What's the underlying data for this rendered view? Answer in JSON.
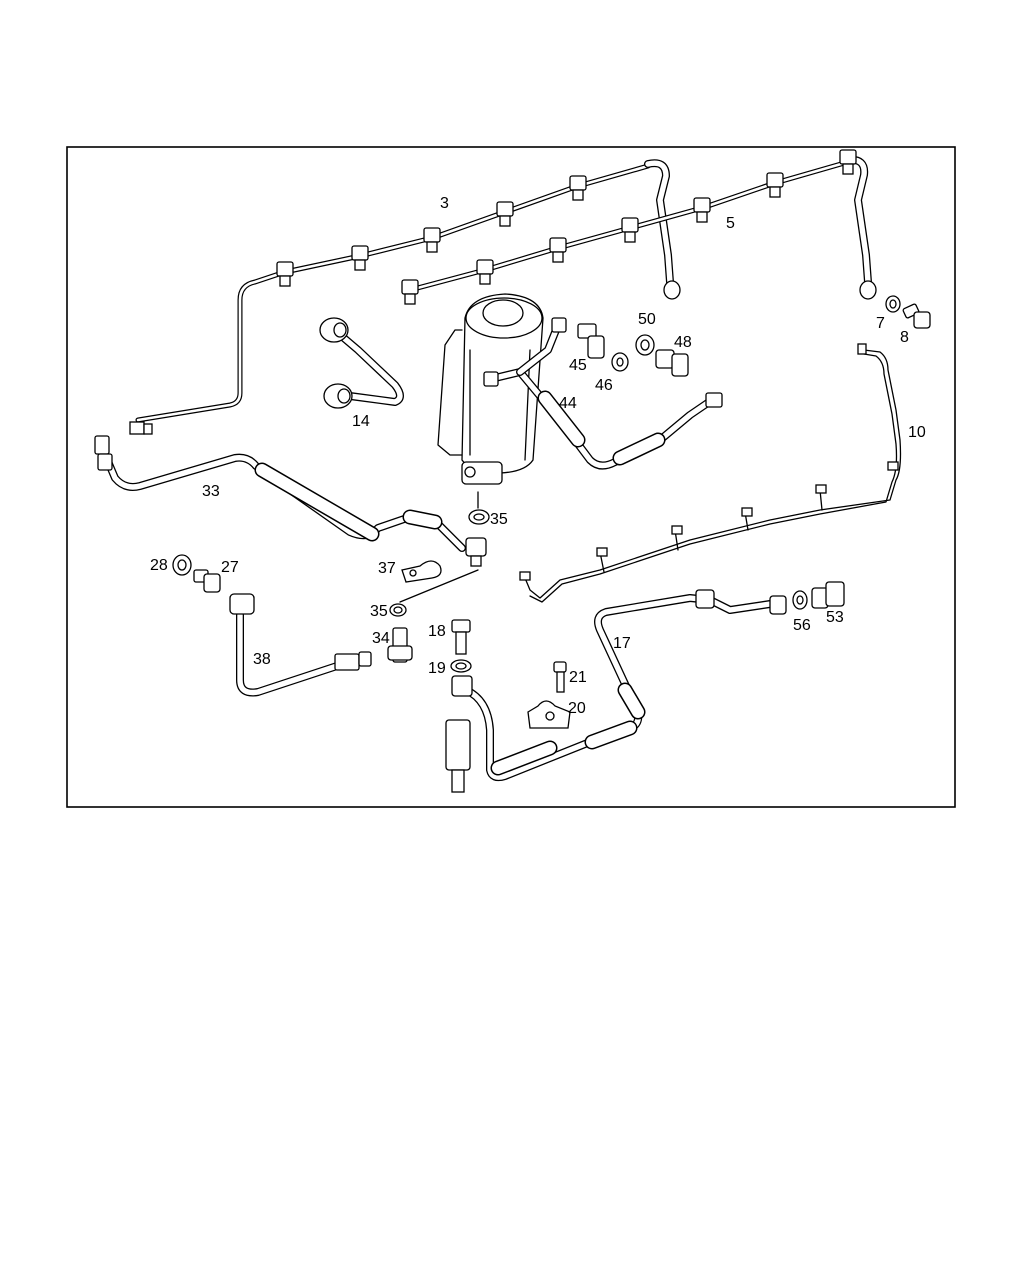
{
  "callouts": [
    {
      "id": "c3",
      "text": "3"
    },
    {
      "id": "c5",
      "text": "5"
    },
    {
      "id": "c7",
      "text": "7"
    },
    {
      "id": "c8",
      "text": "8"
    },
    {
      "id": "c10",
      "text": "10"
    },
    {
      "id": "c14",
      "text": "14"
    },
    {
      "id": "c17",
      "text": "17"
    },
    {
      "id": "c18",
      "text": "18"
    },
    {
      "id": "c19",
      "text": "19"
    },
    {
      "id": "c20",
      "text": "20"
    },
    {
      "id": "c21",
      "text": "21"
    },
    {
      "id": "c27",
      "text": "27"
    },
    {
      "id": "c28",
      "text": "28"
    },
    {
      "id": "c33",
      "text": "33"
    },
    {
      "id": "c34",
      "text": "34"
    },
    {
      "id": "c35a",
      "text": "35"
    },
    {
      "id": "c35b",
      "text": "35"
    },
    {
      "id": "c37",
      "text": "37"
    },
    {
      "id": "c38",
      "text": "38"
    },
    {
      "id": "c44",
      "text": "44"
    },
    {
      "id": "c45",
      "text": "45"
    },
    {
      "id": "c46",
      "text": "46"
    },
    {
      "id": "c48",
      "text": "48"
    },
    {
      "id": "c50",
      "text": "50"
    },
    {
      "id": "c53",
      "text": "53"
    },
    {
      "id": "c56",
      "text": "56"
    }
  ]
}
